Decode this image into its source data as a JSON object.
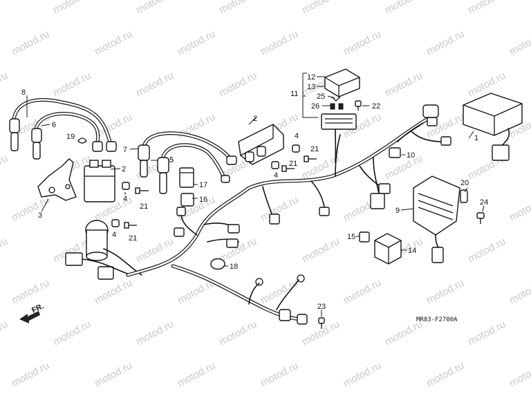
{
  "watermark": "motod.ru",
  "diagram_code": "MR83-F2700A",
  "front_label": "FR.",
  "callouts": {
    "c1": "1",
    "c2a": "2",
    "c2b": "2",
    "c3": "3",
    "c4a": "4",
    "c4b": "4",
    "c4c": "4",
    "c4d": "4",
    "c5": "5",
    "c6": "6",
    "c7": "7",
    "c8": "8",
    "c9": "9",
    "c10": "10",
    "c11": "11",
    "c12": "12",
    "c13": "13",
    "c14": "14",
    "c15": "15",
    "c16": "16",
    "c17": "17",
    "c18": "18",
    "c19": "19",
    "c20": "20",
    "c21a": "21",
    "c21b": "21",
    "c21c": "21",
    "c21d": "21",
    "c22": "22",
    "c23": "23",
    "c24": "24",
    "c25": "25",
    "c26": "26"
  }
}
